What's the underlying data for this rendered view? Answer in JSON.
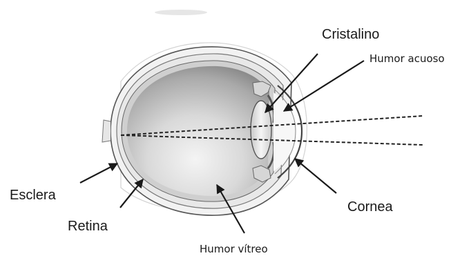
{
  "labels": {
    "cristalino": "Cristalino",
    "humor_acuoso": "Humor acuoso",
    "esclera": "Esclera",
    "retina": "Retina",
    "cornea": "Cornea",
    "humor_vitreo": "Humor vítreo"
  }
}
